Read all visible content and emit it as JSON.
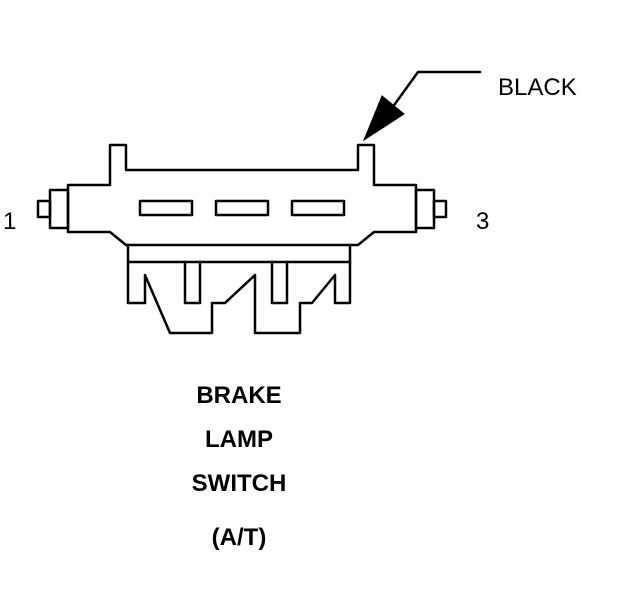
{
  "connector": {
    "color_callout": "BLACK",
    "pin_left": "1",
    "pin_right": "3"
  },
  "caption": {
    "line1": "BRAKE",
    "line2": "LAMP",
    "line3": "SWITCH",
    "line4": "(A/T)"
  }
}
